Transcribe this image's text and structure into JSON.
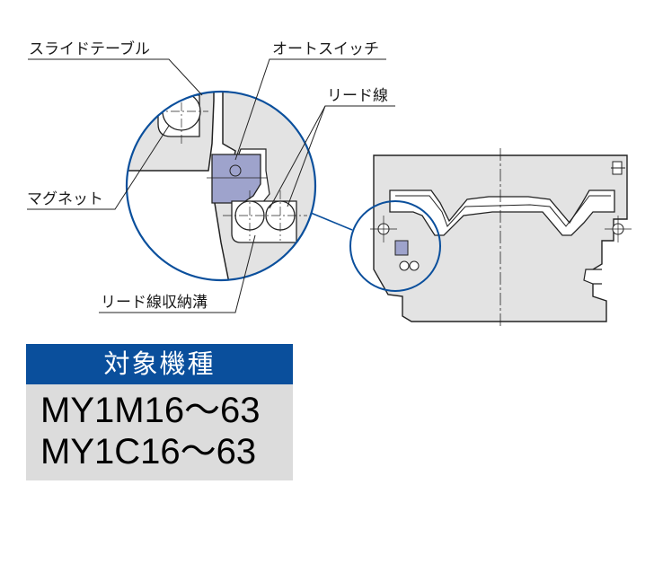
{
  "labels": {
    "slide_table": "スライドテーブル",
    "auto_switch": "オートスイッチ",
    "lead_wire": "リード線",
    "magnet": "マグネット",
    "lead_wire_groove": "リード線収納溝"
  },
  "applicable_models": {
    "title": "対象機種",
    "models": [
      "MY1M16～63",
      "MY1C16～63"
    ]
  },
  "colors": {
    "circle_outline": "#0a4f9c",
    "switch_fill": "#9ea3cc",
    "body_fill": "#e3e3e3",
    "header_bg": "#0a4f9c",
    "body_bg": "#dcdcdc"
  }
}
